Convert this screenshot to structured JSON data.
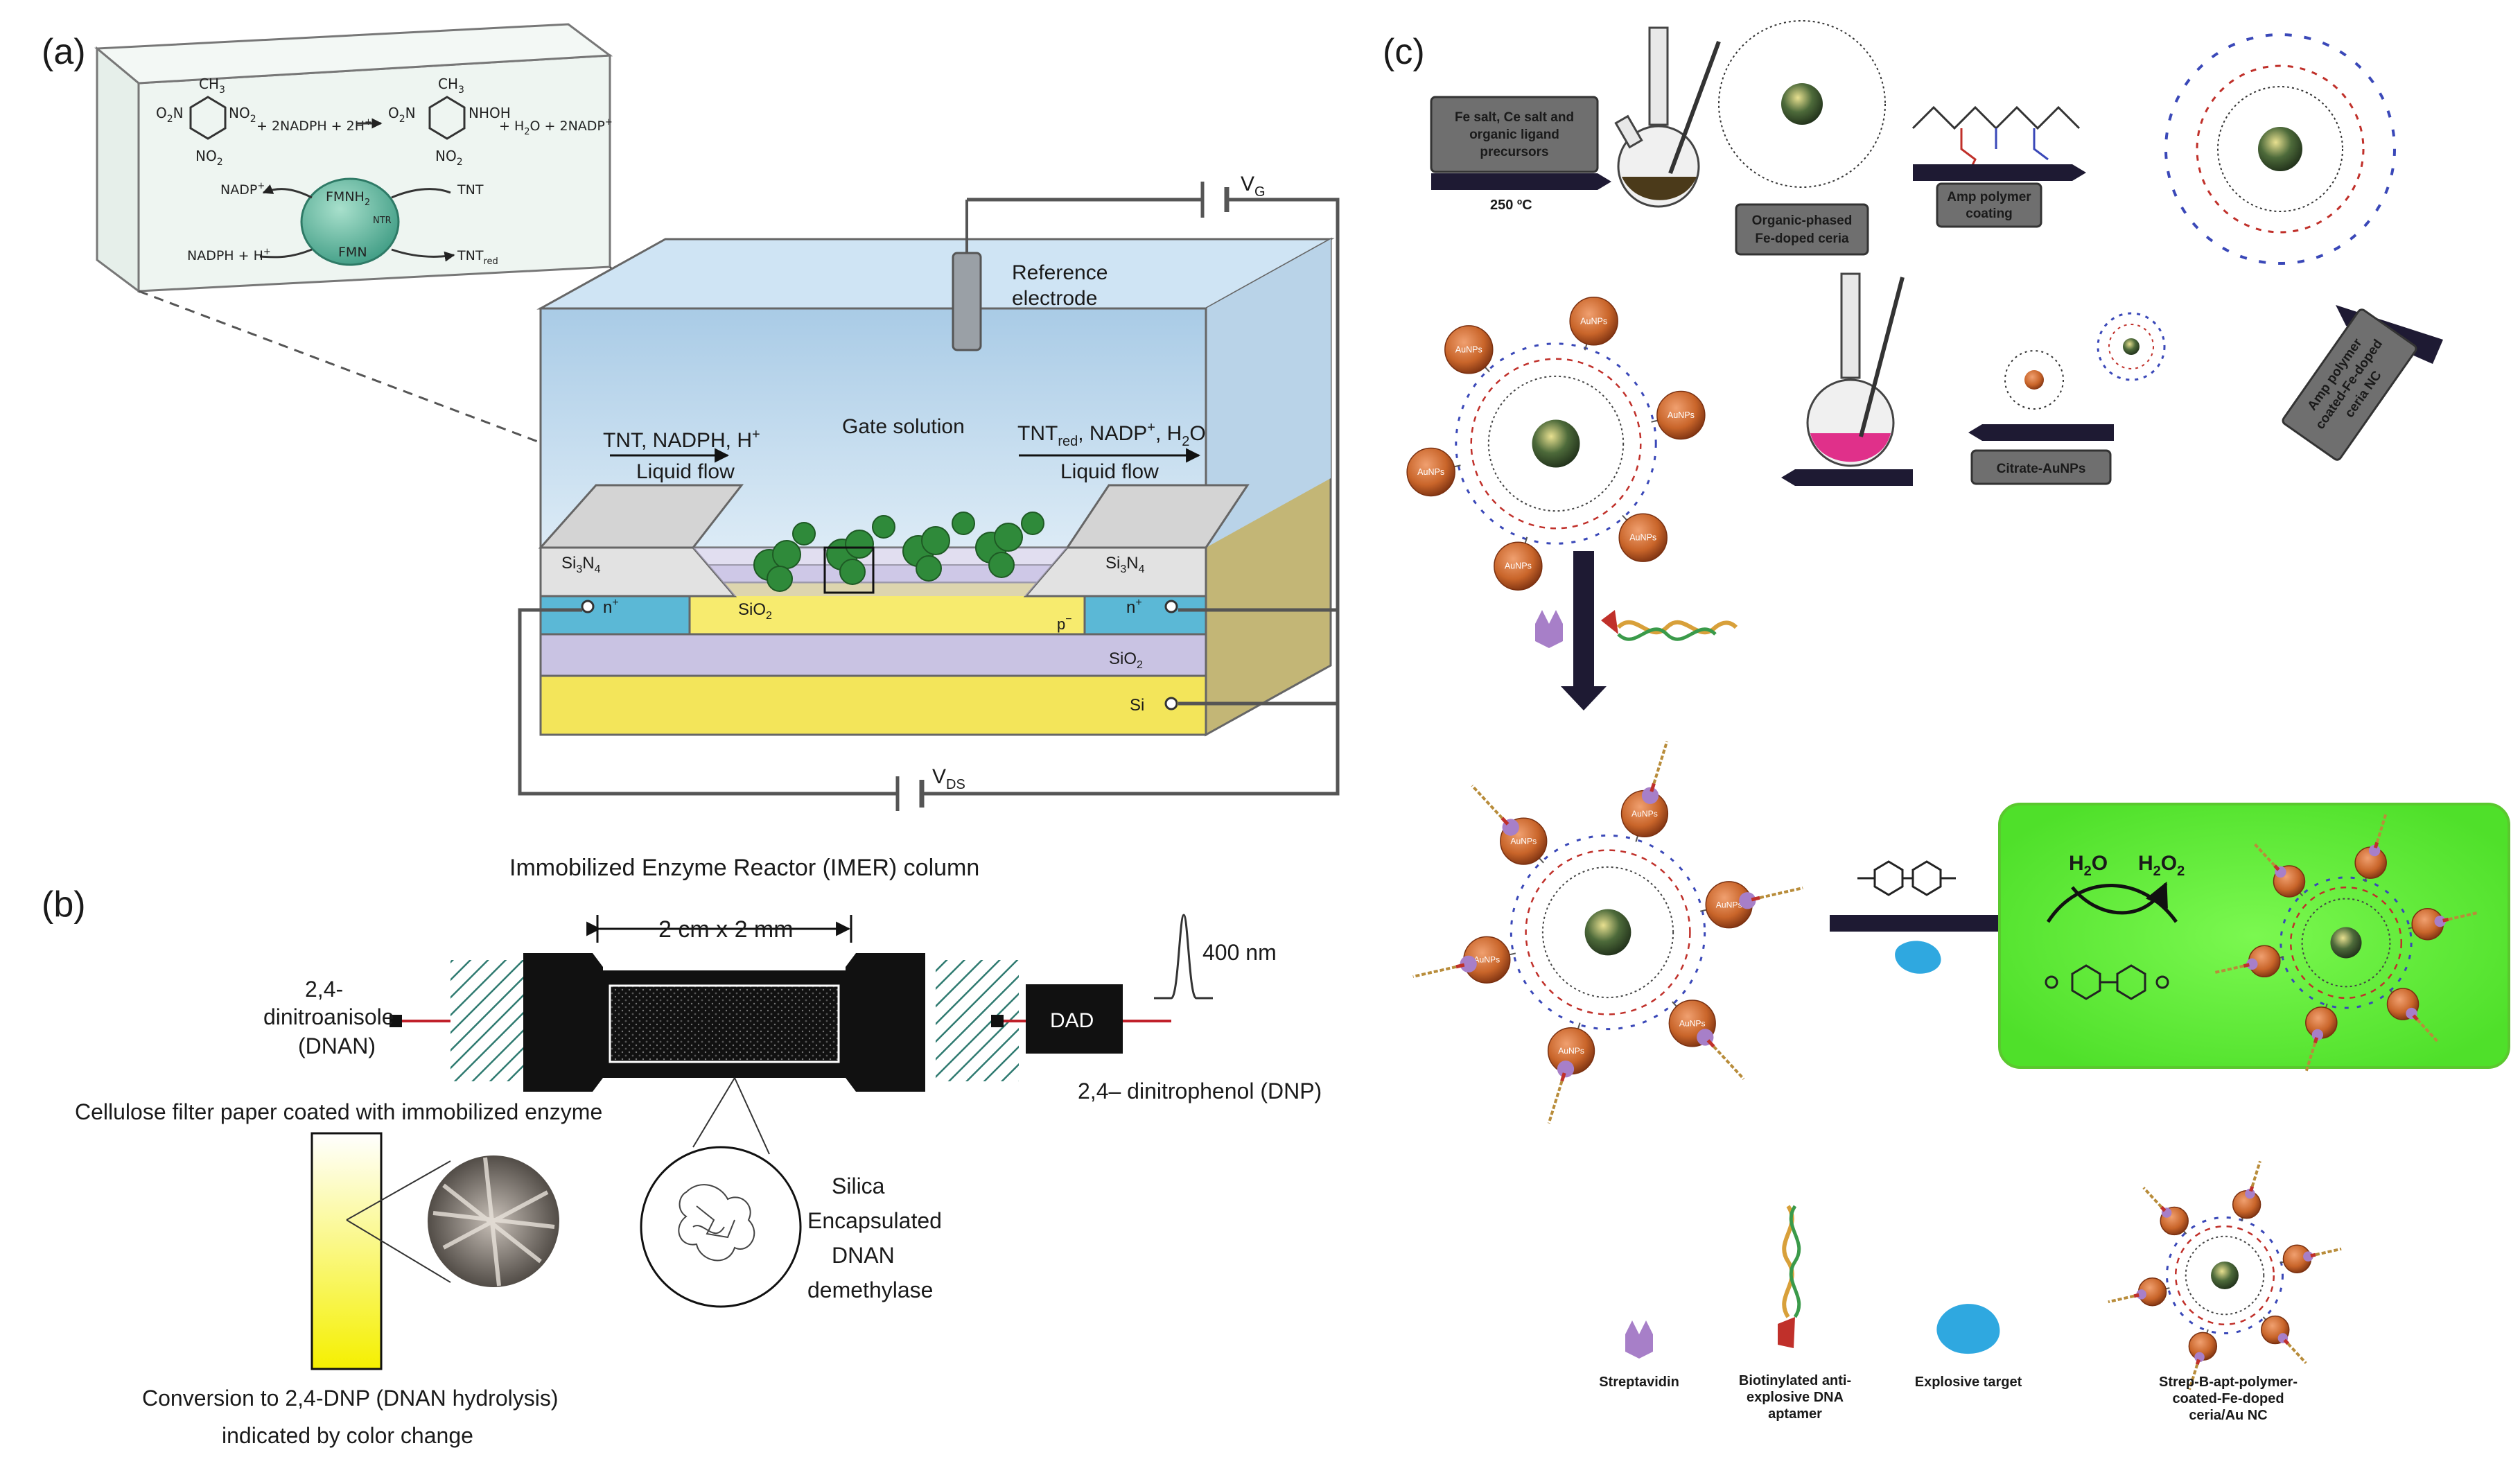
{
  "panels": {
    "a": {
      "label": "(a)",
      "reaction": {
        "reactant_sub1": "CH",
        "reactant_sub1b": "3",
        "no2_top": "O",
        "no2_n": "N",
        "no2_sub": "2",
        "eq_text": "+ 2NADPH + 2H",
        "eq_plus": "+",
        "nhoh": "NHOH",
        "products": "+ H",
        "products2": "O + 2NADP",
        "nadp_plus": "NADP",
        "fmnh2": "FMNH",
        "fmn": "FMN",
        "ntr": "NTR",
        "tnt": "TNT",
        "nadph_h": "NADPH + H",
        "tnt_red": "TNT",
        "red_sub": "red"
      },
      "ref_electrode": [
        "Reference",
        "electrode"
      ],
      "gate_solution": "Gate solution",
      "left_flow": [
        "TNT, NADPH, H",
        "+",
        "Liquid flow"
      ],
      "right_flow": [
        "TNT",
        "red",
        ", NADP",
        "+",
        ", H",
        "2",
        "O",
        "Liquid flow"
      ],
      "si3n4_left": [
        "Si",
        "3",
        "N",
        "4"
      ],
      "si3n4_right": [
        "Si",
        "3",
        "N",
        "4"
      ],
      "sio2_top": [
        "SiO",
        "2"
      ],
      "sio2_bottom": [
        "SiO",
        "2"
      ],
      "n_plus_left": [
        "n",
        "+"
      ],
      "n_plus_right": [
        "n",
        "+"
      ],
      "p_minus": [
        "p",
        "−"
      ],
      "si": "Si",
      "vg": [
        "V",
        "G"
      ],
      "vds": [
        "V",
        "DS"
      ]
    },
    "b": {
      "label": "(b)",
      "column_title": "Immobilized Enzyme Reactor (IMER) column",
      "dimension": "2 cm x 2 mm",
      "input_compound": [
        "2,4-",
        "dinitroanisole",
        "(DNAN)"
      ],
      "detector": "DAD",
      "wavelength": "400 nm",
      "output_compound": "2,4– dinitrophenol (DNP)",
      "filter_caption": "Cellulose filter paper coated with immobilized enzyme",
      "enzyme_label": [
        "Silica",
        "Encapsulated",
        "DNAN",
        "demethylase"
      ],
      "conversion_caption": [
        "Conversion to 2,4-DNP (DNAN hydrolysis)",
        "indicated by color change"
      ]
    },
    "c": {
      "label": "(c)",
      "precursors": [
        "Fe salt, Ce salt and",
        "organic ligand",
        "precursors"
      ],
      "temperature": "250 ºC",
      "organic_ceria": [
        "Organic-phased",
        "Fe-doped ceria"
      ],
      "amp_coating": [
        "Amp polymer",
        "coating"
      ],
      "amp_coated_nc": [
        "Amp polymer",
        "coated-Fe-doped",
        "ceria NC"
      ],
      "citrate": "Citrate-AuNPs",
      "aunps_label": "AuNPs",
      "h2o": [
        "H",
        "2",
        "O"
      ],
      "h2o2": [
        "H",
        "2",
        "O",
        "2"
      ],
      "legend": {
        "streptavidin": "Streptavidin",
        "aptamer": [
          "Biotinylated anti-",
          "explosive DNA",
          "aptamer"
        ],
        "target": "Explosive target",
        "nc": [
          "Strep-B-apt-polymer-",
          "coated-Fe-doped",
          "ceria/Au NC"
        ]
      }
    }
  },
  "colors": {
    "gate_solution": "#bcd9ef",
    "substrate_si": "#f3e55a",
    "sio2": "#c9c3e3",
    "n_region": "#5bb8d6",
    "au_np": "#c9652a",
    "streptavidin": "#a77fc8",
    "aptamer_head": "#c0302a",
    "target": "#2fa8e0",
    "glow_box": "#6ff03c",
    "dark_arrow": "#1e1a33",
    "gray_box": "#6f6f6f"
  }
}
